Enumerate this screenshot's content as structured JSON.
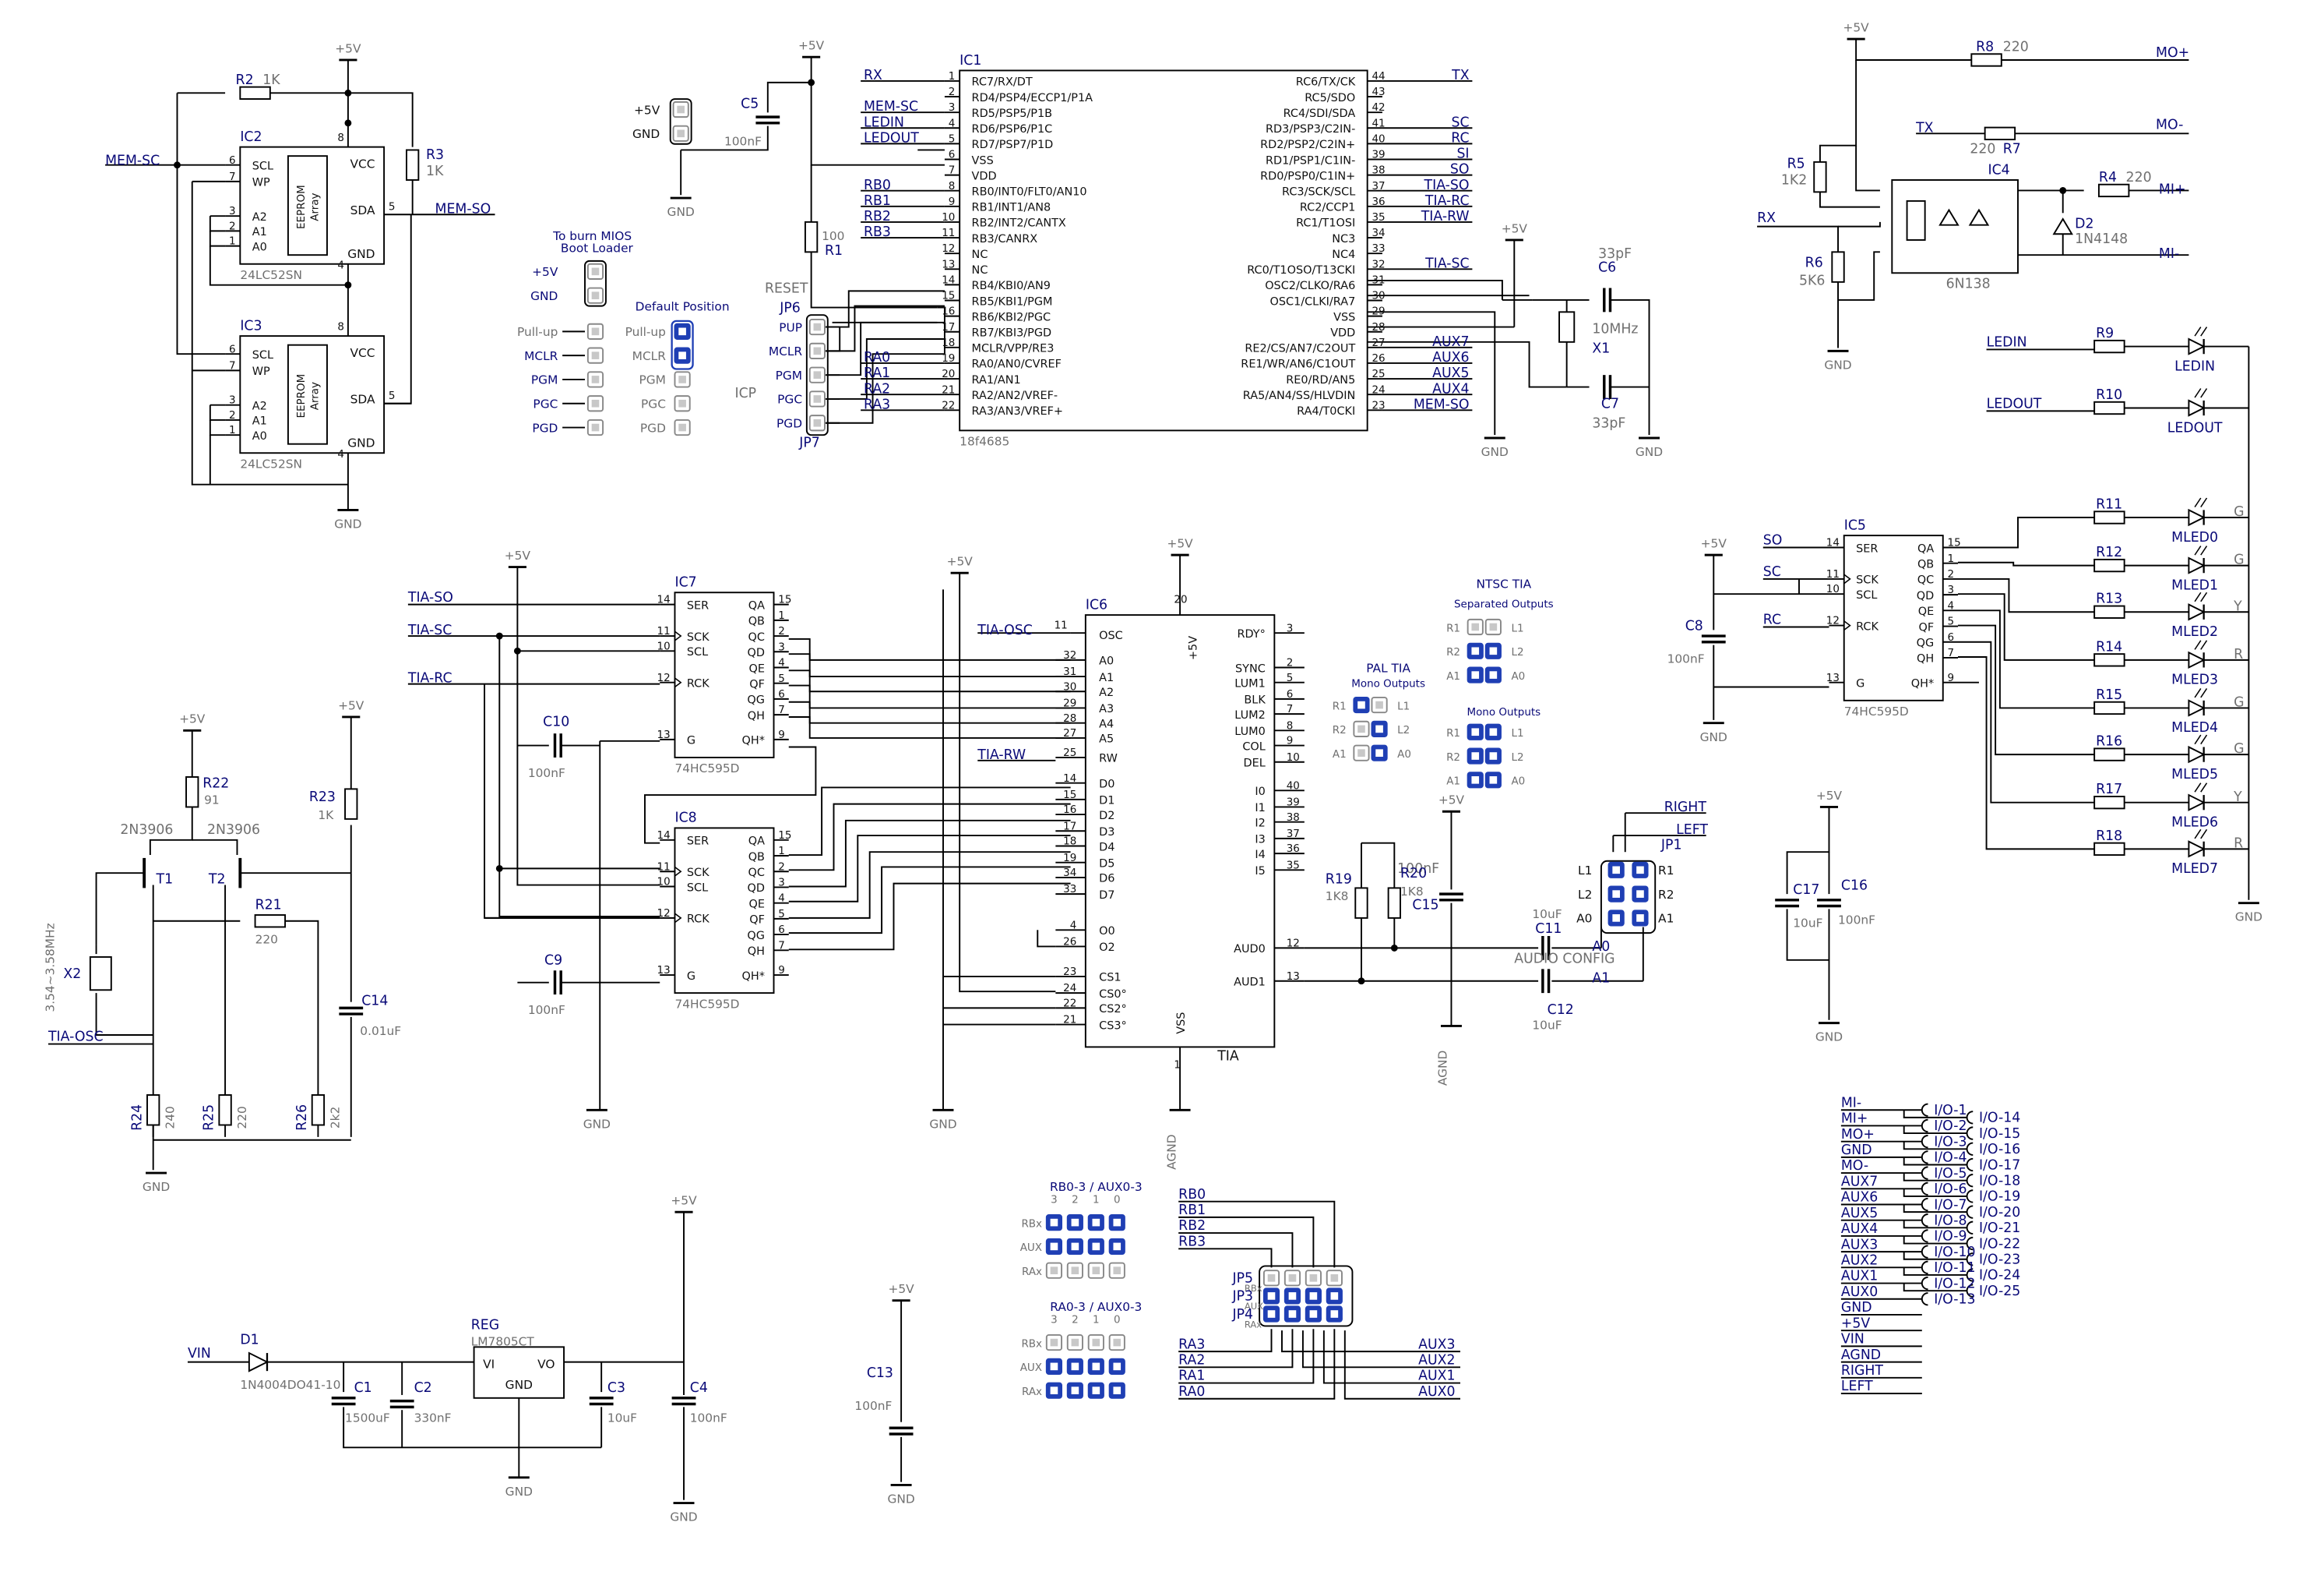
{
  "palette": {
    "wire": "#000000",
    "net": "#0a0a78",
    "value": "#707070",
    "jumper_on": "#1f3fb4",
    "jumper_off": "#c8c8c8",
    "body": "#ffffff"
  },
  "ic1": {
    "ref": "IC1",
    "part": "18f4685",
    "left_pins": [
      {
        "n": "1",
        "name": "RC7/RX/DT",
        "net": "RX"
      },
      {
        "n": "2",
        "name": "RD4/PSP4/ECCP1/P1A",
        "net": ""
      },
      {
        "n": "3",
        "name": "RD5/PSP5/P1B",
        "net": "MEM-SC"
      },
      {
        "n": "4",
        "name": "RD6/PSP6/P1C",
        "net": "LEDIN"
      },
      {
        "n": "5",
        "name": "RD7/PSP7/P1D",
        "net": "LEDOUT"
      },
      {
        "n": "6",
        "name": "VSS",
        "net": ""
      },
      {
        "n": "7",
        "name": "VDD",
        "net": ""
      },
      {
        "n": "8",
        "name": "RB0/INT0/FLT0/AN10",
        "net": "RB0"
      },
      {
        "n": "9",
        "name": "RB1/INT1/AN8",
        "net": "RB1"
      },
      {
        "n": "10",
        "name": "RB2/INT2/CANTX",
        "net": "RB2"
      },
      {
        "n": "11",
        "name": "RB3/CANRX",
        "net": "RB3"
      },
      {
        "n": "12",
        "name": "NC",
        "net": ""
      },
      {
        "n": "13",
        "name": "NC",
        "net": ""
      },
      {
        "n": "14",
        "name": "RB4/KBI0/AN9",
        "net": ""
      },
      {
        "n": "15",
        "name": "RB5/KBI1/PGM",
        "net": ""
      },
      {
        "n": "16",
        "name": "RB6/KBI2/PGC",
        "net": ""
      },
      {
        "n": "17",
        "name": "RB7/KBI3/PGD",
        "net": ""
      },
      {
        "n": "18",
        "name": "MCLR/VPP/RE3",
        "net": ""
      },
      {
        "n": "19",
        "name": "RA0/AN0/CVREF",
        "net": "RA0"
      },
      {
        "n": "20",
        "name": "RA1/AN1",
        "net": "RA1"
      },
      {
        "n": "21",
        "name": "RA2/AN2/VREF-",
        "net": "RA2"
      },
      {
        "n": "22",
        "name": "RA3/AN3/VREF+",
        "net": "RA3"
      }
    ],
    "right_pins": [
      {
        "n": "44",
        "name": "RC6/TX/CK",
        "net": "TX"
      },
      {
        "n": "43",
        "name": "RC5/SDO",
        "net": ""
      },
      {
        "n": "42",
        "name": "RC4/SDI/SDA",
        "net": ""
      },
      {
        "n": "41",
        "name": "RD3/PSP3/C2IN-",
        "net": "SC"
      },
      {
        "n": "40",
        "name": "RD2/PSP2/C2IN+",
        "net": "RC"
      },
      {
        "n": "39",
        "name": "RD1/PSP1/C1IN-",
        "net": "SI"
      },
      {
        "n": "38",
        "name": "RD0/PSP0/C1IN+",
        "net": "SO"
      },
      {
        "n": "37",
        "name": "RC3/SCK/SCL",
        "net": "TIA-SO"
      },
      {
        "n": "36",
        "name": "RC2/CCP1",
        "net": "TIA-RC"
      },
      {
        "n": "35",
        "name": "RC1/T1OSI",
        "net": "TIA-RW"
      },
      {
        "n": "34",
        "name": "NC3",
        "net": ""
      },
      {
        "n": "33",
        "name": "NC4",
        "net": ""
      },
      {
        "n": "32",
        "name": "RC0/T1OSO/T13CKI",
        "net": "TIA-SC"
      },
      {
        "n": "31",
        "name": "OSC2/CLKO/RA6",
        "net": ""
      },
      {
        "n": "30",
        "name": "OSC1/CLKI/RA7",
        "net": ""
      },
      {
        "n": "29",
        "name": "VSS",
        "net": ""
      },
      {
        "n": "28",
        "name": "VDD",
        "net": ""
      },
      {
        "n": "27",
        "name": "RE2/CS/AN7/C2OUT",
        "net": "AUX7"
      },
      {
        "n": "26",
        "name": "RE1/WR/AN6/C1OUT",
        "net": "AUX6"
      },
      {
        "n": "25",
        "name": "RE0/RD/AN5",
        "net": "AUX5"
      },
      {
        "n": "24",
        "name": "RA5/AN4/SS/HLVDIN",
        "net": "AUX4"
      },
      {
        "n": "23",
        "name": "RA4/T0CKI",
        "net": "MEM-SO"
      }
    ]
  },
  "ic6": {
    "ref": "IC6",
    "part": "TIA",
    "vcc": "+5V",
    "vcc_pin": "20",
    "vss": "VSS",
    "vss_pin": "1",
    "osc": "OSC",
    "osc_pin": "11",
    "left_pins": [
      {
        "n": "32",
        "name": "A0"
      },
      {
        "n": "31",
        "name": "A1"
      },
      {
        "n": "30",
        "name": "A2"
      },
      {
        "n": "29",
        "name": "A3"
      },
      {
        "n": "28",
        "name": "A4"
      },
      {
        "n": "27",
        "name": "A5"
      },
      {
        "n": "25",
        "name": "RW"
      },
      {
        "n": "14",
        "name": "D0"
      },
      {
        "n": "15",
        "name": "D1"
      },
      {
        "n": "16",
        "name": "D2"
      },
      {
        "n": "17",
        "name": "D3"
      },
      {
        "n": "18",
        "name": "D4"
      },
      {
        "n": "19",
        "name": "D5"
      },
      {
        "n": "34",
        "name": "D6"
      },
      {
        "n": "33",
        "name": "D7"
      },
      {
        "n": "4",
        "name": "O0"
      },
      {
        "n": "26",
        "name": "O2"
      },
      {
        "n": "23",
        "name": "CS1"
      },
      {
        "n": "24",
        "name": "CS0°"
      },
      {
        "n": "22",
        "name": "CS2°"
      },
      {
        "n": "21",
        "name": "CS3°"
      }
    ],
    "right_pins": [
      {
        "n": "3",
        "name": "RDY°"
      },
      {
        "n": "2",
        "name": "SYNC"
      },
      {
        "n": "5",
        "name": "LUM1"
      },
      {
        "n": "6",
        "name": "BLK"
      },
      {
        "n": "7",
        "name": "LUM2"
      },
      {
        "n": "8",
        "name": "LUM0"
      },
      {
        "n": "9",
        "name": "COL"
      },
      {
        "n": "10",
        "name": "DEL"
      },
      {
        "n": "40",
        "name": "I0"
      },
      {
        "n": "39",
        "name": "I1"
      },
      {
        "n": "38",
        "name": "I2"
      },
      {
        "n": "37",
        "name": "I3"
      },
      {
        "n": "36",
        "name": "I4"
      },
      {
        "n": "35",
        "name": "I5"
      },
      {
        "n": "12",
        "name": "AUD0"
      },
      {
        "n": "13",
        "name": "AUD1"
      }
    ]
  },
  "shift_regs": [
    {
      "ref": "IC7",
      "part": "74HC595D",
      "in": [
        {
          "n": "14",
          "name": "SER",
          "net": "TIA-SO"
        },
        {
          "n": "11",
          "name": "SCK",
          "net": "TIA-SC"
        },
        {
          "n": "10",
          "name": "SCL",
          "net": ""
        },
        {
          "n": "12",
          "name": "RCK",
          "net": "TIA-RC"
        },
        {
          "n": "13",
          "name": "G",
          "net": ""
        }
      ],
      "out": [
        {
          "n": "15",
          "name": "QA"
        },
        {
          "n": "1",
          "name": "QB"
        },
        {
          "n": "2",
          "name": "QC"
        },
        {
          "n": "3",
          "name": "QD"
        },
        {
          "n": "4",
          "name": "QE"
        },
        {
          "n": "5",
          "name": "QF"
        },
        {
          "n": "6",
          "name": "QG"
        },
        {
          "n": "7",
          "name": "QH"
        },
        {
          "n": "9",
          "name": "QH*"
        }
      ]
    },
    {
      "ref": "IC8",
      "part": "74HC595D",
      "in": [
        {
          "n": "14",
          "name": "SER",
          "net": ""
        },
        {
          "n": "11",
          "name": "SCK",
          "net": ""
        },
        {
          "n": "10",
          "name": "SCL",
          "net": ""
        },
        {
          "n": "12",
          "name": "RCK",
          "net": ""
        },
        {
          "n": "13",
          "name": "G",
          "net": ""
        }
      ],
      "out": [
        {
          "n": "15",
          "name": "QA"
        },
        {
          "n": "1",
          "name": "QB"
        },
        {
          "n": "2",
          "name": "QC"
        },
        {
          "n": "3",
          "name": "QD"
        },
        {
          "n": "4",
          "name": "QE"
        },
        {
          "n": "5",
          "name": "QF"
        },
        {
          "n": "6",
          "name": "QG"
        },
        {
          "n": "7",
          "name": "QH"
        },
        {
          "n": "9",
          "name": "QH*"
        }
      ]
    },
    {
      "ref": "IC5",
      "part": "74HC595D",
      "in": [
        {
          "n": "14",
          "name": "SER",
          "net": "SO"
        },
        {
          "n": "11",
          "name": "SCK",
          "net": "SC"
        },
        {
          "n": "10",
          "name": "SCL",
          "net": ""
        },
        {
          "n": "12",
          "name": "RCK",
          "net": "RC"
        },
        {
          "n": "13",
          "name": "G",
          "net": ""
        }
      ],
      "out": [
        {
          "n": "15",
          "name": "QA"
        },
        {
          "n": "1",
          "name": "QB"
        },
        {
          "n": "2",
          "name": "QC"
        },
        {
          "n": "3",
          "name": "QD"
        },
        {
          "n": "4",
          "name": "QE"
        },
        {
          "n": "5",
          "name": "QF"
        },
        {
          "n": "6",
          "name": "QG"
        },
        {
          "n": "7",
          "name": "QH"
        },
        {
          "n": "9",
          "name": "QH*"
        }
      ]
    }
  ],
  "eeproms": [
    {
      "ref": "IC2",
      "part": "24LC52SN",
      "array": [
        "EEPROM",
        "Array"
      ],
      "left": [
        {
          "n": "6",
          "name": "SCL"
        },
        {
          "n": "7",
          "name": "WP"
        },
        {
          "n": "3",
          "name": "A2"
        },
        {
          "n": "2",
          "name": "A1"
        },
        {
          "n": "1",
          "name": "A0"
        }
      ],
      "vcc": "VCC",
      "vcc_pin": "8",
      "sda": "SDA",
      "sda_pin": "5",
      "gnd": "GND",
      "gnd_pin": "4"
    },
    {
      "ref": "IC3",
      "part": "24LC52SN",
      "array": [
        "EEPROM",
        "Array"
      ],
      "left": [
        {
          "n": "6",
          "name": "SCL"
        },
        {
          "n": "7",
          "name": "WP"
        },
        {
          "n": "3",
          "name": "A2"
        },
        {
          "n": "2",
          "name": "A1"
        },
        {
          "n": "1",
          "name": "A0"
        }
      ],
      "vcc": "VCC",
      "vcc_pin": "8",
      "sda": "SDA",
      "sda_pin": "5",
      "gnd": "GND",
      "gnd_pin": "4"
    }
  ],
  "eeprom_nets": {
    "sc": "MEM-SC",
    "so": "MEM-SO"
  },
  "labels": {
    "p5v": "+5V",
    "gnd": "GND",
    "agnd": "AGND",
    "reset": "RESET",
    "icp": "ICP",
    "vin": "VIN",
    "tia_osc": "TIA-OSC",
    "tia_rw": "TIA-RW",
    "tia_osc2": "TIA-OSC",
    "right": "RIGHT",
    "left": "LEFT",
    "a0": "A0",
    "a1": "A1",
    "audio_config": "AUDIO CONFIG",
    "mo_plus": "MO+",
    "mo_minus": "MO-",
    "mi_plus": "MI+",
    "mi_minus": "MI-",
    "rx": "RX",
    "tx": "TX",
    "so": "SO",
    "sc": "SC",
    "rc": "RC",
    "ledin": "LEDIN",
    "ledout": "LEDOUT"
  },
  "components": {
    "r1": {
      "ref": "R1",
      "val": "100"
    },
    "r2": {
      "ref": "R2",
      "val": "1K"
    },
    "r3": {
      "ref": "R3",
      "val": "1K"
    },
    "r4": {
      "ref": "R4",
      "val": "220"
    },
    "r5": {
      "ref": "R5",
      "val": "1K2"
    },
    "r6": {
      "ref": "R6",
      "val": "5K6"
    },
    "r7": {
      "ref": "R7",
      "val": "220"
    },
    "r8": {
      "ref": "R8",
      "val": "220"
    },
    "r19": {
      "ref": "R19",
      "val": "1K8"
    },
    "r20": {
      "ref": "R20",
      "val": "1K8"
    },
    "r21": {
      "ref": "R21",
      "val": "220"
    },
    "r22": {
      "ref": "R22",
      "val": "91"
    },
    "r23": {
      "ref": "R23",
      "val": "1K"
    },
    "r24": {
      "ref": "R24",
      "val": "240"
    },
    "r25": {
      "ref": "R25",
      "val": "220"
    },
    "r26": {
      "ref": "R26",
      "val": "2k2"
    },
    "c1": {
      "ref": "C1",
      "val": "1500uF"
    },
    "c2": {
      "ref": "C2",
      "val": "330nF"
    },
    "c3": {
      "ref": "C3",
      "val": "10uF"
    },
    "c4": {
      "ref": "C4",
      "val": "100nF"
    },
    "c5": {
      "ref": "C5",
      "val": "100nF"
    },
    "c6": {
      "ref": "C6",
      "val": "33pF"
    },
    "c7": {
      "ref": "C7",
      "val": "33pF"
    },
    "c8": {
      "ref": "C8",
      "val": "100nF"
    },
    "c9": {
      "ref": "C9",
      "val": "100nF"
    },
    "c10": {
      "ref": "C10",
      "val": "100nF"
    },
    "c11": {
      "ref": "C11",
      "val": "10uF"
    },
    "c12": {
      "ref": "C12",
      "val": "10uF"
    },
    "c13": {
      "ref": "C13",
      "val": "100nF"
    },
    "c14": {
      "ref": "C14",
      "val": "0.01uF"
    },
    "c15": {
      "ref": "C15",
      "val": "100nF"
    },
    "c16": {
      "ref": "C16",
      "val": "100nF"
    },
    "c17": {
      "ref": "C17",
      "val": "10uF"
    },
    "x1": {
      "ref": "X1",
      "val": "10MHz"
    },
    "x2": {
      "ref": "X2",
      "val": "3.54~3.58MHz"
    },
    "t1": {
      "ref": "T1",
      "val": "2N3906"
    },
    "t2": {
      "ref": "T2",
      "val": "2N3906"
    },
    "d1": {
      "ref": "D1",
      "val": "1N4004DO41-10"
    },
    "d2": {
      "ref": "D2",
      "val": "1N4148"
    },
    "ic4": {
      "ref": "IC4",
      "val": "6N138"
    },
    "reg": {
      "ref": "REG",
      "val": "LM7805CT",
      "vi": "VI",
      "vo": "VO",
      "gnd": "GND"
    },
    "jp1": {
      "ref": "JP1"
    },
    "jp4": {
      "ref": "JP4"
    },
    "jp5": {
      "ref": "JP5"
    },
    "jp6": {
      "ref": "JP6"
    },
    "jp7": {
      "ref": "JP7"
    },
    "jp3": {
      "ref": "JP3"
    }
  },
  "leds": [
    {
      "r": "R9",
      "d": "LEDIN",
      "color": ""
    },
    {
      "r": "R10",
      "d": "LEDOUT",
      "color": ""
    },
    {
      "r": "R11",
      "d": "MLED0",
      "color": "G"
    },
    {
      "r": "R12",
      "d": "MLED1",
      "color": "G"
    },
    {
      "r": "R13",
      "d": "MLED2",
      "color": "Y"
    },
    {
      "r": "R14",
      "d": "MLED3",
      "color": "R"
    },
    {
      "r": "R15",
      "d": "MLED4",
      "color": "G"
    },
    {
      "r": "R16",
      "d": "MLED5",
      "color": "G"
    },
    {
      "r": "R17",
      "d": "MLED6",
      "color": "Y"
    },
    {
      "r": "R18",
      "d": "MLED7",
      "color": "R"
    }
  ],
  "io": [
    {
      "net": "MI-",
      "pin": "I/O-1",
      "alt": "I/O-14"
    },
    {
      "net": "MI+",
      "pin": "I/O-2",
      "alt": "I/O-15"
    },
    {
      "net": "MO+",
      "pin": "I/O-3",
      "alt": "I/O-16"
    },
    {
      "net": "GND",
      "pin": "I/O-4",
      "alt": "I/O-17"
    },
    {
      "net": "MO-",
      "pin": "I/O-5",
      "alt": "I/O-18"
    },
    {
      "net": "AUX7",
      "pin": "I/O-6",
      "alt": "I/O-19"
    },
    {
      "net": "AUX6",
      "pin": "I/O-7",
      "alt": "I/O-20"
    },
    {
      "net": "AUX5",
      "pin": "I/O-8",
      "alt": "I/O-21"
    },
    {
      "net": "AUX4",
      "pin": "I/O-9",
      "alt": "I/O-22"
    },
    {
      "net": "AUX3",
      "pin": "I/O-10",
      "alt": "I/O-23"
    },
    {
      "net": "AUX2",
      "pin": "I/O-11",
      "alt": "I/O-24"
    },
    {
      "net": "AUX1",
      "pin": "I/O-12",
      "alt": "I/O-25"
    },
    {
      "net": "AUX0",
      "pin": "I/O-13",
      "alt": ""
    },
    {
      "net": "GND",
      "pin": "",
      "alt": ""
    },
    {
      "net": "+5V",
      "pin": "",
      "alt": ""
    },
    {
      "net": "VIN",
      "pin": "",
      "alt": ""
    },
    {
      "net": "AGND",
      "pin": "",
      "alt": ""
    },
    {
      "net": "RIGHT",
      "pin": "",
      "alt": ""
    },
    {
      "net": "LEFT",
      "pin": "",
      "alt": ""
    }
  ],
  "mios": {
    "title1": "To burn MIOS",
    "title2": "Boot Loader",
    "default": "Default Position",
    "pins": [
      "+5V",
      "GND",
      "Pull-up",
      "MCLR",
      "PGM",
      "PGC",
      "PGD"
    ],
    "gpins": [
      "Pull-up",
      "MCLR",
      "PGM",
      "PGC",
      "PGD"
    ]
  },
  "jp6pins": [
    "PUP",
    "MCLR",
    "PGM",
    "PGC",
    "PGD"
  ],
  "tia_cfg": {
    "ntsc_title": "NTSC TIA",
    "ntsc_sub": "Separated Outputs",
    "pal_title": "PAL TIA",
    "pal_sub": "Mono Outputs",
    "mono": "Mono Outputs",
    "rows": [
      "R1",
      "R2",
      "A1"
    ],
    "cols": [
      "L1",
      "L2",
      "A0"
    ]
  },
  "jp1": {
    "l1": "L1",
    "l2": "L2",
    "a0": "A0",
    "r1": "R1",
    "r2": "R2",
    "a1": "A1"
  },
  "rbsel": {
    "title_rb": "RB0-3 / AUX0-3",
    "title_ra": "RA0-3 / AUX0-3",
    "cols": [
      "3",
      "2",
      "1",
      "0"
    ],
    "rb_rows": [
      "RBx",
      "AUX",
      "RAx"
    ],
    "ra_rows": [
      "RBx",
      "AUX",
      "RAx"
    ],
    "nets_rb": [
      "RB0",
      "RB1",
      "RB2",
      "RB3"
    ],
    "nets_ra": [
      "RA3",
      "RA2",
      "RA1",
      "RA0"
    ],
    "aux": [
      "AUX3",
      "AUX2",
      "AUX1",
      "AUX0"
    ],
    "jps": [
      "JP5",
      "JP3",
      "JP4"
    ],
    "sub": [
      "RBx",
      "AUX",
      "RAx"
    ]
  }
}
